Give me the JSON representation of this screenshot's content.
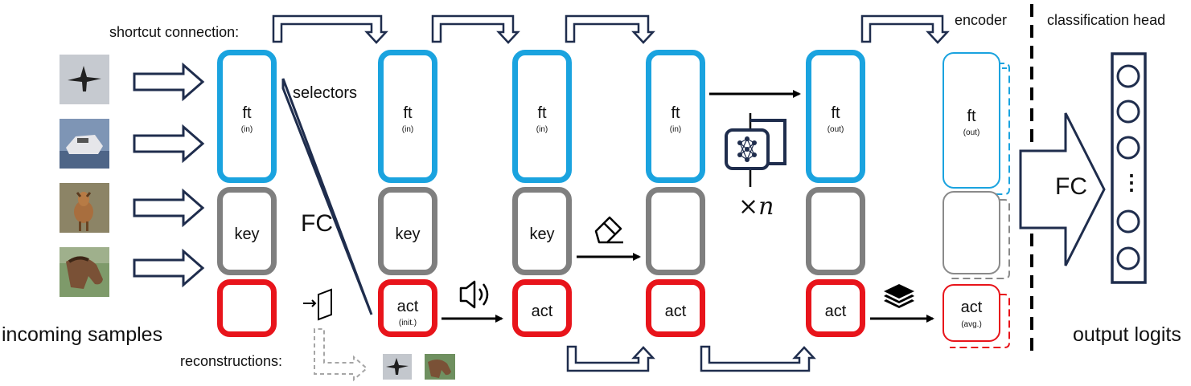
{
  "labels": {
    "shortcut_connection": "shortcut connection:",
    "selectors": "selectors",
    "fc_selector": "FC",
    "encoder": "encoder",
    "classification_head": "classification head",
    "fc_head": "FC",
    "repeat_n": "×n",
    "incoming_samples": "incoming samples",
    "reconstructions": "reconstructions:",
    "output_logits": "output logits"
  },
  "stages": [
    {
      "ft": "ft",
      "ft_sub": "(in)",
      "key": "key",
      "act": "",
      "act_sub": ""
    },
    {
      "ft": "ft",
      "ft_sub": "(in)",
      "key": "key",
      "act": "act",
      "act_sub": "(init.)"
    },
    {
      "ft": "ft",
      "ft_sub": "(in)",
      "key": "key",
      "act": "act",
      "act_sub": ""
    },
    {
      "ft": "ft",
      "ft_sub": "(in)",
      "key": "",
      "act": "act",
      "act_sub": ""
    },
    {
      "ft": "ft",
      "ft_sub": "(out)",
      "key": "",
      "act": "act",
      "act_sub": ""
    },
    {
      "ft": "ft",
      "ft_sub": "(out)",
      "key": "",
      "act": "act",
      "act_sub": "(avg.)"
    }
  ],
  "samples": [
    "jet",
    "boat",
    "deer",
    "horse"
  ],
  "reconstructions": [
    "jet",
    "horse"
  ],
  "output_logit_ellipsis": "⋮",
  "icons": [
    "door-exit-icon",
    "speaker-icon",
    "eraser-icon",
    "network-loop-icon",
    "layers-icon"
  ],
  "colors": {
    "ft": "#1aa3df",
    "key": "#7f7f7f",
    "act": "#e8141b",
    "arrow": "#1f2d4d"
  }
}
